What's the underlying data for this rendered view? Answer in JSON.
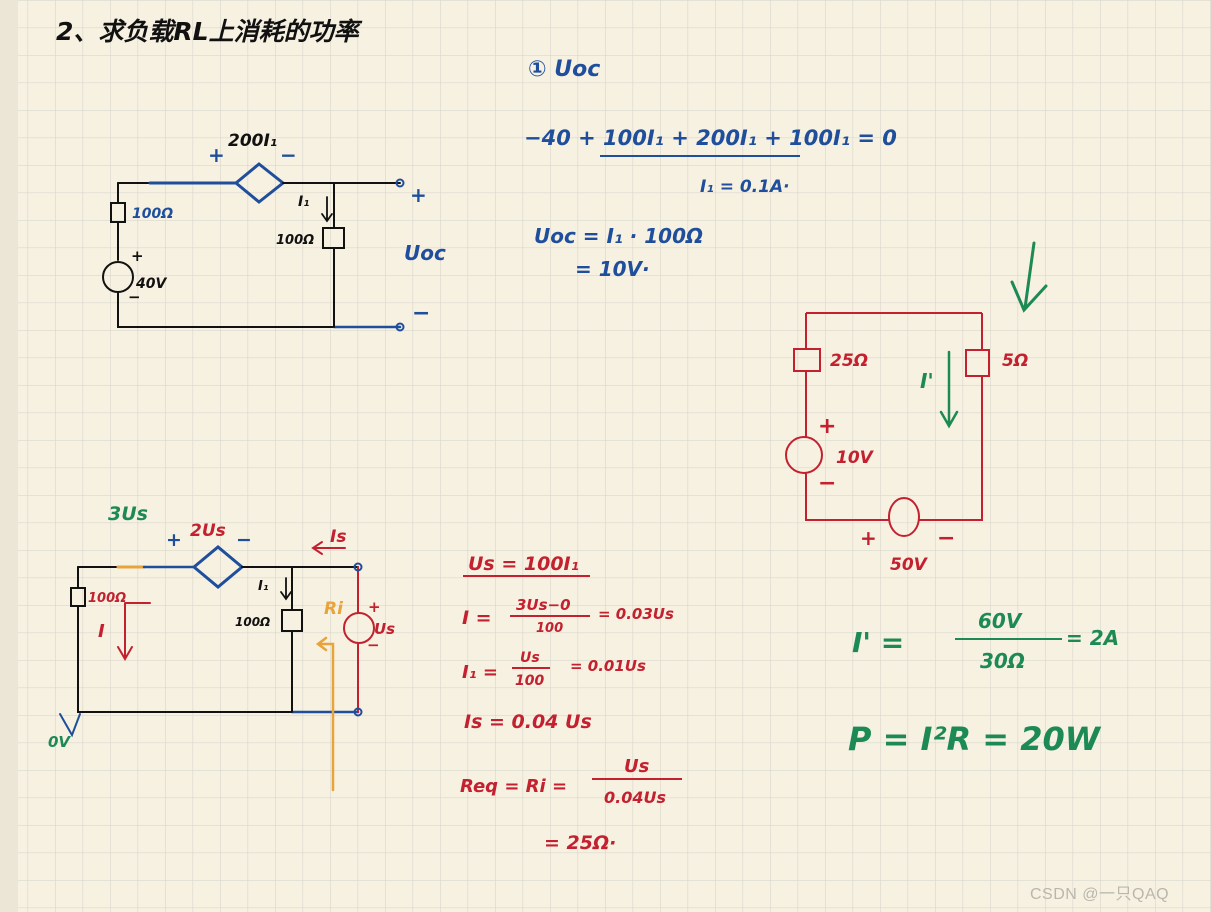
{
  "title": "2、求负载RL上消耗的功率",
  "colors": {
    "grid": "#d9d7cd",
    "blue": "#1f4f9c",
    "black": "#111111",
    "red": "#c3212f",
    "green": "#1d8a55",
    "orange": "#e8a43a"
  },
  "circuit1": {
    "dep_source": "200I₁",
    "plus": "+",
    "minus": "−",
    "r_left": "100Ω",
    "current": "I₁",
    "r_mid": "100Ω",
    "source": "40V",
    "output": "Uoc",
    "out_plus": "+",
    "out_minus": "−"
  },
  "eq1": {
    "heading": "① Uoc",
    "kvl": "−40 + 100I₁ + 200I₁ + 100I₁ = 0",
    "i1": "I₁ = 0.1A·",
    "uoc1": "Uoc = I₁ · 100Ω",
    "uoc2": "= 10V·"
  },
  "circuit2": {
    "top_label": "3Us",
    "dep_source": "2Us",
    "r_left": "100Ω",
    "current_I": "I",
    "current_I1": "I₁",
    "r_mid": "100Ω",
    "is_label": "Is",
    "ri_label": "Ri",
    "us_label": "Us",
    "ground": "0V"
  },
  "eq2": {
    "l1": "Us = 100I₁",
    "l2_lhs": "I =",
    "l2_num": "3Us−0",
    "l2_den": "100",
    "l2_rhs": "= 0.03Us",
    "l3_lhs": "I₁ =",
    "l3_num": "Us",
    "l3_den": "100",
    "l3_rhs": "= 0.01Us",
    "l4": "Is = 0.04 Us",
    "l5_lhs": "Req = Ri =",
    "l5_num": "Us",
    "l5_den": "0.04Us",
    "l6": "= 25Ω·"
  },
  "circuit3": {
    "r1": "25Ω",
    "r2": "5Ω",
    "current": "I'",
    "v1": "10V",
    "v2": "50V"
  },
  "eq3": {
    "i_lhs": "I' =",
    "i_num": "60V",
    "i_den": "30Ω",
    "i_rhs": "= 2A",
    "power": "P = I²R = 20W"
  },
  "watermark": "CSDN @一只QAQ"
}
